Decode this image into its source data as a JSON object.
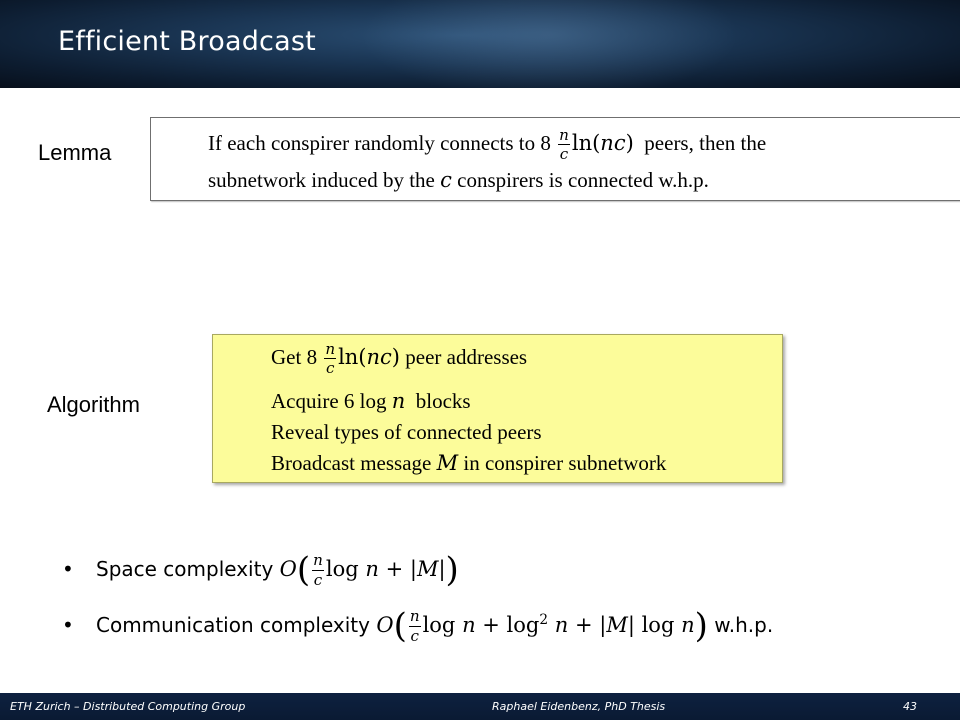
{
  "slide": {
    "title": "Efficient Broadcast"
  },
  "lemma": {
    "label": "Lemma",
    "line1_a": "If each conspirer randomly connects to 8",
    "frac_num": "n",
    "frac_den": "c",
    "line1_ln": "ln(",
    "line1_nc": "nc",
    "line1_close": ")",
    "line1_b": "peers, then the",
    "line2_a": "subnetwork induced by the",
    "line2_c": "c",
    "line2_b": "conspirers is connected w.h.p."
  },
  "algorithm": {
    "label": "Algorithm",
    "step1_a": "Get 8",
    "step1_num": "n",
    "step1_den": "c",
    "step1_ln": "ln(",
    "step1_nc": "nc",
    "step1_close": ")",
    "step1_b": "peer addresses",
    "step2_a": "Acquire 6 log",
    "step2_n": "n",
    "step2_b": "blocks",
    "step3": "Reveal types of connected peers",
    "step4_a": "Broadcast message",
    "step4_m": "M",
    "step4_b": "in conspirer subnetwork"
  },
  "bullets": {
    "space_label": "Space complexity",
    "space_O": "O",
    "space_num": "n",
    "space_den": "c",
    "space_log": "log",
    "space_n": "n",
    "space_plus": "+ |",
    "space_M": "M",
    "space_bar": "|",
    "comm_label": "Communication complexity",
    "comm_O": "O",
    "comm_num": "n",
    "comm_den": "c",
    "comm_log1": "log",
    "comm_n1": "n",
    "comm_plus1": "+ log",
    "comm_sq": "2",
    "comm_n2": "n",
    "comm_plus2": "+ |",
    "comm_M": "M",
    "comm_bar": "| log",
    "comm_n3": "n",
    "comm_suffix": "w.h.p."
  },
  "footer": {
    "left": "ETH Zurich – Distributed Computing Group",
    "center": "Raphael Eidenbenz, PhD Thesis",
    "page": "43"
  }
}
